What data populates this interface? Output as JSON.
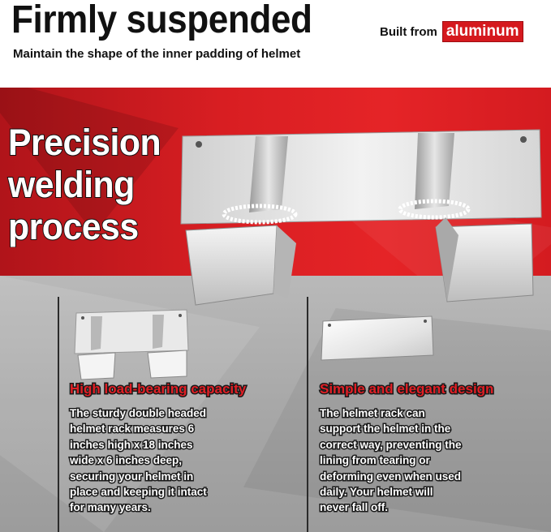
{
  "header": {
    "title": "Firmly suspended",
    "subtitle": "Maintain the shape of the inner padding of helmet",
    "built_prefix": "Built from",
    "built_highlight": "aluminum"
  },
  "banner": {
    "line1": "Precision",
    "line2": "welding",
    "line3": "process"
  },
  "features": [
    {
      "title": "High load-bearing capacity",
      "lines": [
        "The sturdy double headed",
        "helmet rack measures 6",
        "inches high x 18 inches",
        "wide x 6 inches deep,",
        "securing your helmet in",
        "place and keeping it intact",
        "for many years."
      ]
    },
    {
      "title": "Simple and elegant design",
      "lines": [
        "The helmet rack can",
        "support the helmet in the",
        "correct way, preventing the",
        "lining from tearing or",
        "deforming even when used",
        "daily. Your helmet will",
        "never fall off."
      ]
    }
  ],
  "colors": {
    "accent_red": "#d5191e",
    "title_red": "#e01f25",
    "text_dark": "#111111",
    "metal": "#dcdcdc"
  }
}
